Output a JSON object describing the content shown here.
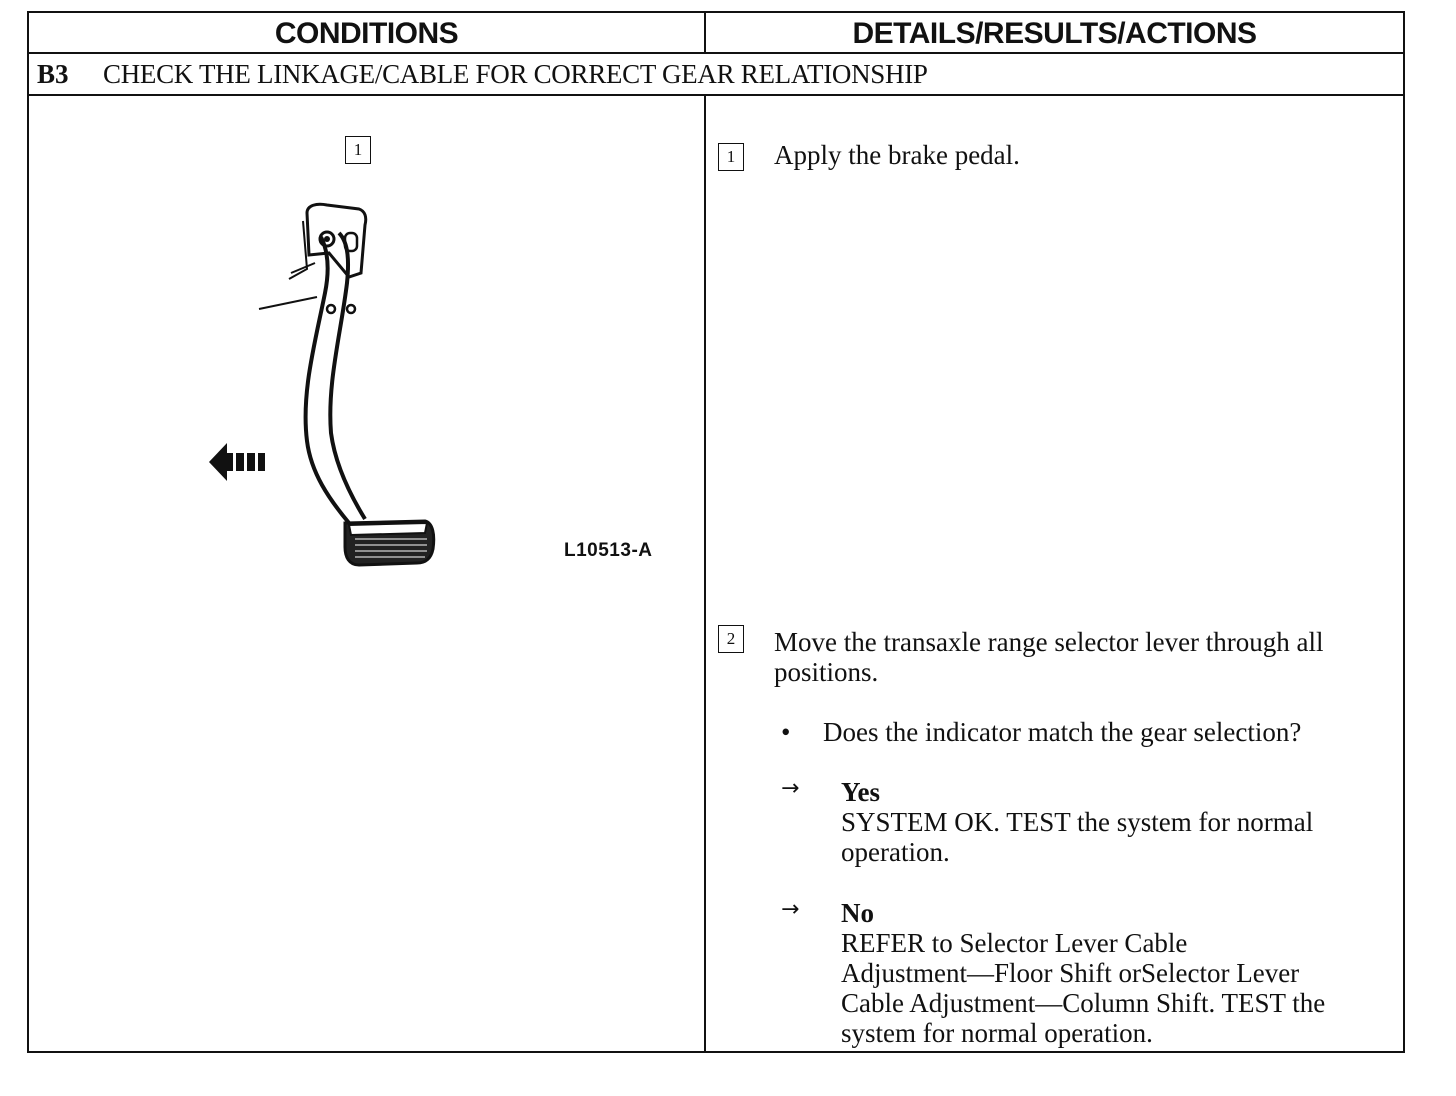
{
  "headers": {
    "conditions": "CONDITIONS",
    "details": "DETAILS/RESULTS/ACTIONS"
  },
  "section": {
    "code": "B3",
    "title": "CHECK THE LINKAGE/CABLE FOR CORRECT GEAR RELATIONSHIP"
  },
  "figure": {
    "step_number": "1",
    "label": "L10513-A",
    "icon": "brake-pedal-illustration",
    "arrow_icon": "push-direction-arrow-icon"
  },
  "steps": [
    {
      "number": "1",
      "text": "Apply the brake pedal."
    },
    {
      "number": "2",
      "text_line1": "Move the transaxle range selector lever through all",
      "text_line2": "positions.",
      "bullet": "Does the indicator match the gear selection?",
      "results": [
        {
          "label": "Yes",
          "lines": [
            "SYSTEM OK. TEST the system for normal",
            "operation."
          ]
        },
        {
          "label": "No",
          "lines": [
            "REFER to Selector Lever Cable",
            "Adjustment—Floor Shift orSelector Lever",
            "Cable Adjustment—Column Shift. TEST the",
            "system for normal  operation."
          ]
        }
      ]
    }
  ]
}
